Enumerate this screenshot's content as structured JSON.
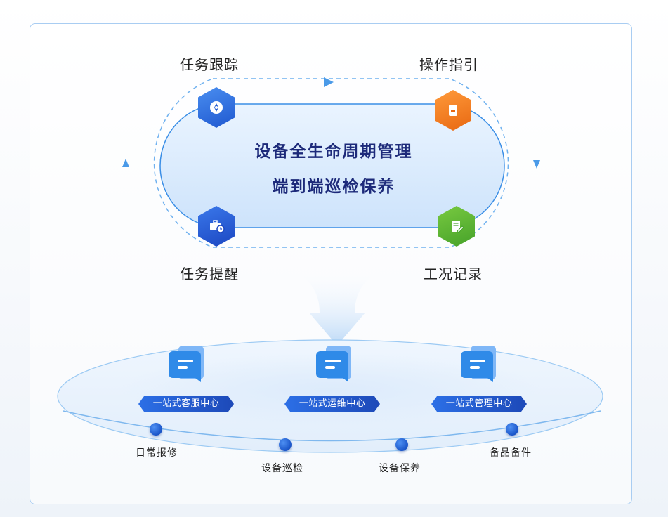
{
  "cycle": {
    "title_line1": "设备全生命周期管理",
    "title_line2": "端到端巡检保养",
    "steps": [
      {
        "label": "任务跟踪",
        "icon": "compass-icon",
        "color": "#2a6fe0"
      },
      {
        "label": "操作指引",
        "icon": "document-icon",
        "color": "#f07a1a"
      },
      {
        "label": "任务提醒",
        "icon": "briefcase-clock-icon",
        "color": "#2a5fd8"
      },
      {
        "label": "工况记录",
        "icon": "edit-note-icon",
        "color": "#5bb236"
      }
    ]
  },
  "centers": [
    {
      "label": "一站式客服中心",
      "icon": "chat-doc-icon"
    },
    {
      "label": "一站式运维中心",
      "icon": "chat-doc-icon"
    },
    {
      "label": "一站式管理中心",
      "icon": "chat-doc-icon"
    }
  ],
  "functions": [
    {
      "label": "日常报修"
    },
    {
      "label": "设备巡检"
    },
    {
      "label": "设备保养"
    },
    {
      "label": "备品备件"
    }
  ],
  "colors": {
    "frame_border": "#a9cdf2",
    "title_text": "#1d2a7a",
    "track": "#6fb1ef",
    "banner": "#1d49b8"
  }
}
